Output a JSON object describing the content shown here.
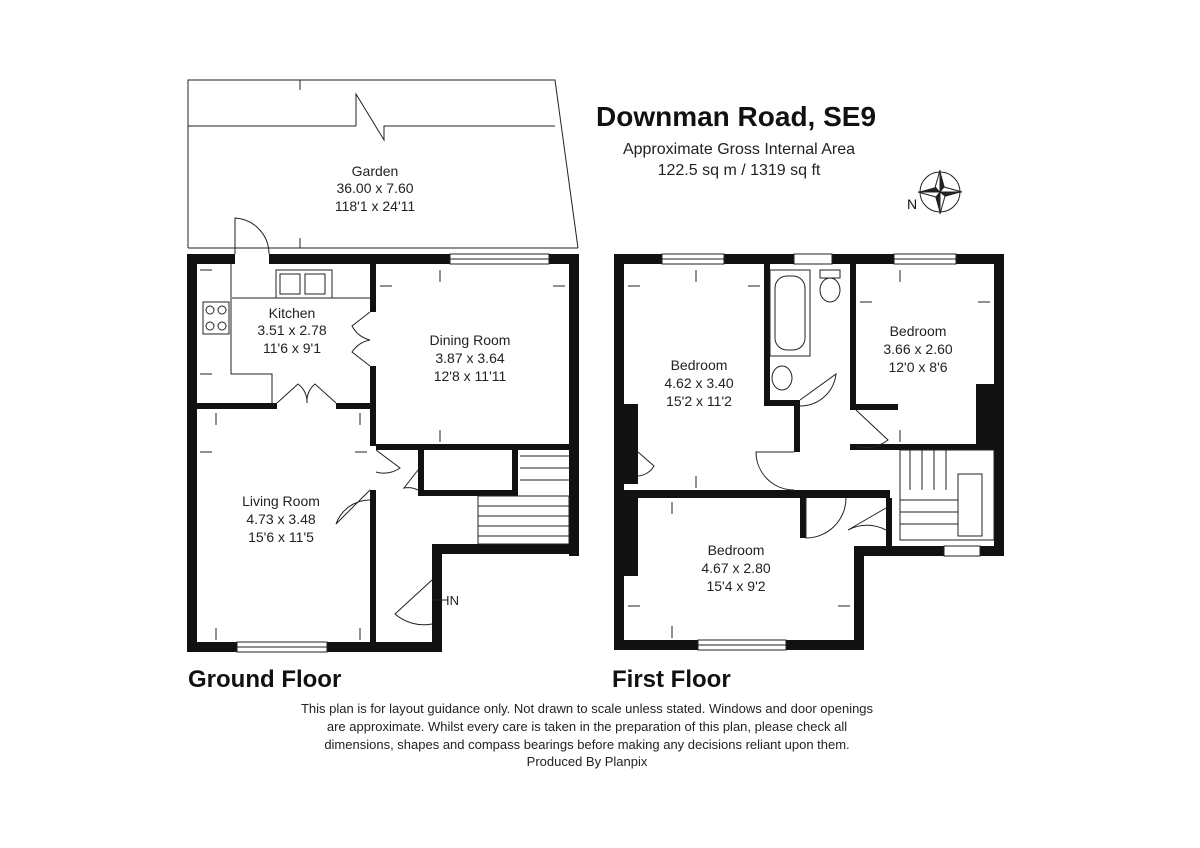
{
  "title": "Downman Road, SE9",
  "area": {
    "label": "Approximate Gross Internal Area",
    "value": "122.5 sq m / 1319 sq ft"
  },
  "compass": {
    "label": "N",
    "icon": "compass-star-icon"
  },
  "floors": {
    "ground": {
      "label": "Ground Floor",
      "rooms": {
        "garden": {
          "name": "Garden",
          "metric": "36.00 x 7.60",
          "imperial": "118'1 x 24'11"
        },
        "kitchen": {
          "name": "Kitchen",
          "metric": "3.51 x 2.78",
          "imperial": "11'6 x 9'1"
        },
        "dining": {
          "name": "Dining Room",
          "metric": "3.87 x 3.64",
          "imperial": "12'8 x 11'11"
        },
        "living": {
          "name": "Living Room",
          "metric": "4.73 x 3.48",
          "imperial": "15'6 x 11'5"
        }
      },
      "entrance_label": "IN"
    },
    "first": {
      "label": "First Floor",
      "rooms": {
        "bedroom_left": {
          "name": "Bedroom",
          "metric": "4.62 x 3.40",
          "imperial": "15'2 x 11'2"
        },
        "bedroom_right": {
          "name": "Bedroom",
          "metric": "3.66 x 2.60",
          "imperial": "12'0 x 8'6"
        },
        "bedroom_front": {
          "name": "Bedroom",
          "metric": "4.67 x 2.80",
          "imperial": "15'4 x 9'2"
        }
      }
    }
  },
  "disclaimer": {
    "line1": "This plan is for layout guidance only. Not drawn to scale unless stated. Windows and door openings",
    "line2": "are approximate. Whilst every care is taken in the preparation of this plan, please check all",
    "line3": "dimensions, shapes and compass bearings before making any decisions reliant upon them.",
    "line4": "Produced By Planpix"
  }
}
